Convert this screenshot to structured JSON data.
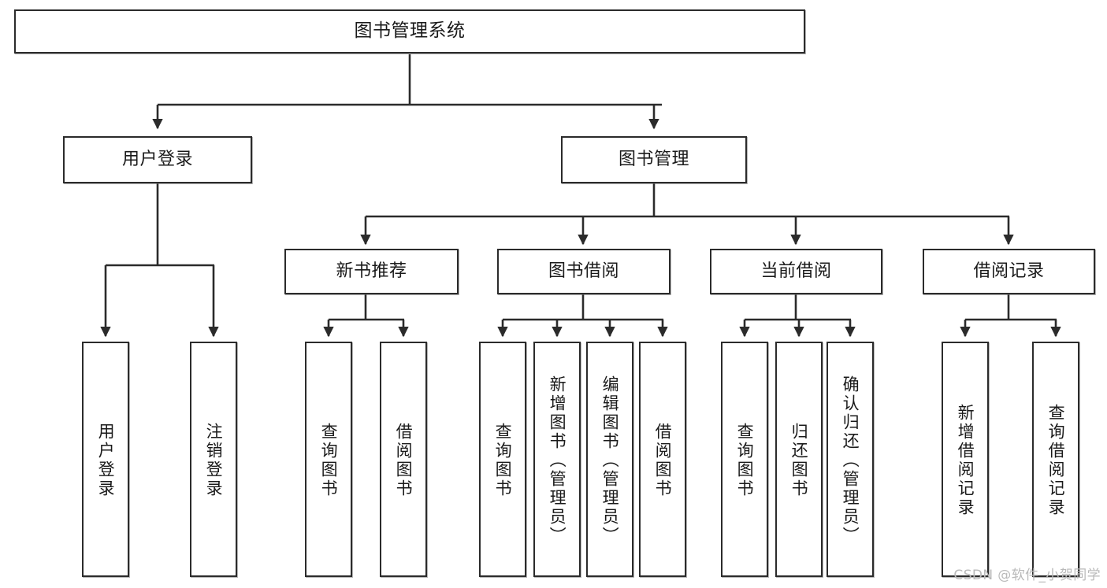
{
  "diagram": {
    "title": "图书管理系统",
    "type": "hierarchy-tree",
    "watermark": "CSDN @软件_小贺同学",
    "colors": {
      "stroke": "#2b2b2b",
      "fill": "#ffffff",
      "text": "#1a1a1a",
      "watermark": "#b9b9b9"
    },
    "nodes": {
      "root": {
        "label": "图书管理系统",
        "level": 1
      },
      "level2": [
        {
          "label": "用户登录",
          "level": 2
        },
        {
          "label": "图书管理",
          "level": 2
        }
      ],
      "level3": [
        {
          "label": "新书推荐",
          "level": 3
        },
        {
          "label": "图书借阅",
          "level": 3
        },
        {
          "label": "当前借阅",
          "level": 3
        },
        {
          "label": "借阅记录",
          "level": 3
        }
      ],
      "leaves": {
        "user_login": [
          {
            "label": "用户登录"
          },
          {
            "label": "注销登录"
          }
        ],
        "new_book_recommend": [
          {
            "label": "查询图书"
          },
          {
            "label": "借阅图书"
          }
        ],
        "book_borrow": [
          {
            "label": "查询图书"
          },
          {
            "label": "新增图书（管理员）"
          },
          {
            "label": "编辑图书（管理员）"
          },
          {
            "label": "借阅图书"
          }
        ],
        "current_borrow": [
          {
            "label": "查询图书"
          },
          {
            "label": "归还图书"
          },
          {
            "label": "确认归还（管理员）"
          }
        ],
        "borrow_record": [
          {
            "label": "新增借阅记录"
          },
          {
            "label": "查询借阅记录"
          }
        ]
      }
    }
  }
}
